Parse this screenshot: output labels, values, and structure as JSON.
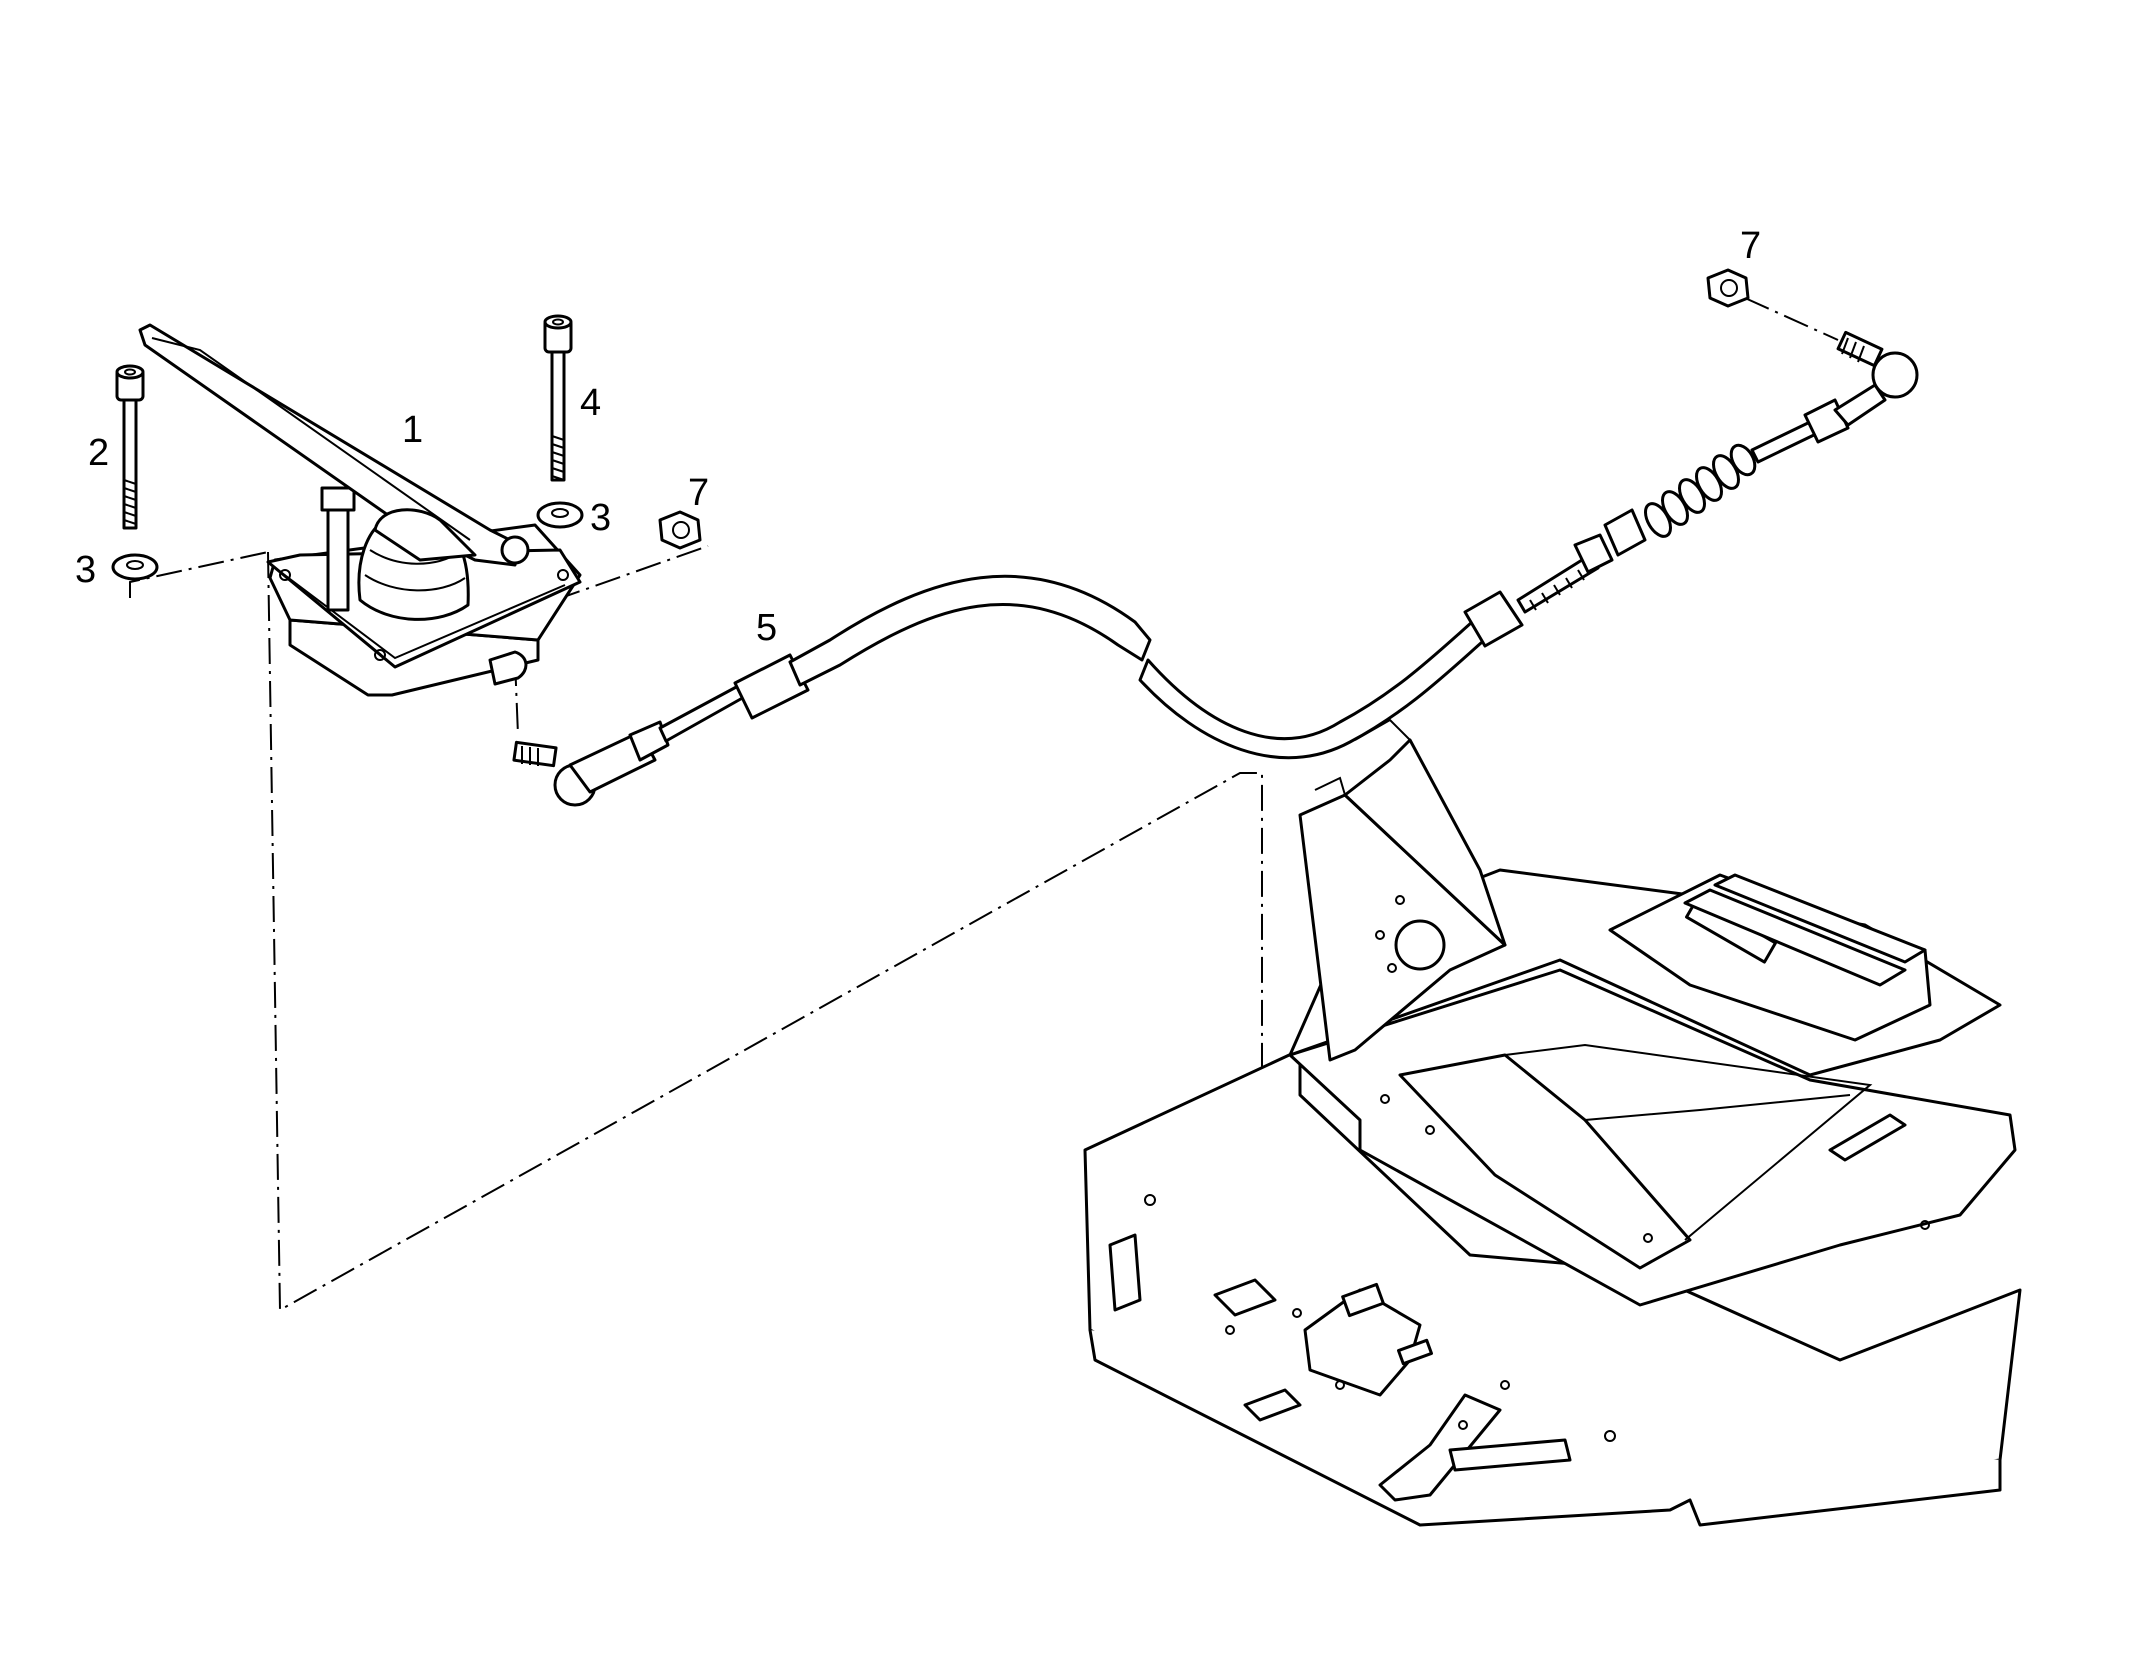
{
  "callouts": [
    {
      "id": "part-1",
      "text": "1"
    },
    {
      "id": "part-2",
      "text": "2"
    },
    {
      "id": "part-3-left",
      "text": "3"
    },
    {
      "id": "part-3-right",
      "text": "3"
    },
    {
      "id": "part-4",
      "text": "4"
    },
    {
      "id": "part-5",
      "text": "5"
    },
    {
      "id": "part-7-left",
      "text": "7"
    },
    {
      "id": "part-7-right",
      "text": "7"
    }
  ]
}
